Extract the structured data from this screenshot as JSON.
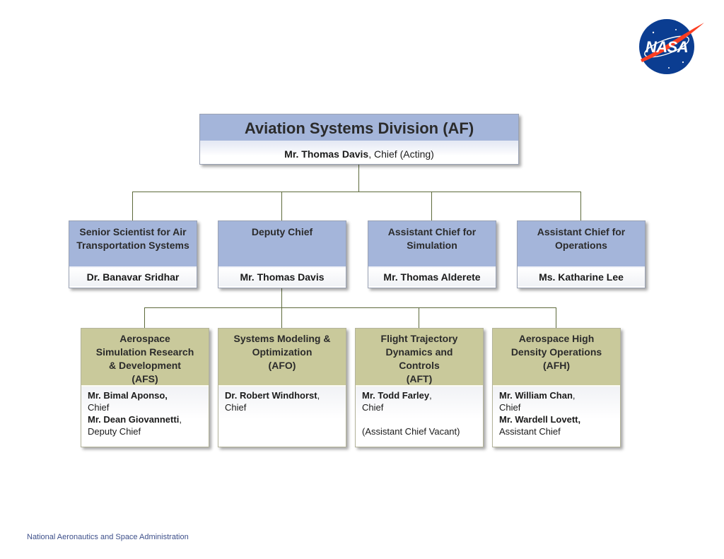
{
  "logo": {
    "text": "NASA"
  },
  "top": {
    "title": "Aviation Systems Division (AF)",
    "head_name": "Mr. Thomas Davis",
    "head_role": ", Chief (Acting)"
  },
  "middle": [
    {
      "title": "Senior Scientist for Air Transportation Systems",
      "name": "Dr. Banavar Sridhar"
    },
    {
      "title": "Deputy Chief",
      "name": "Mr. Thomas Davis"
    },
    {
      "title": "Assistant Chief for Simulation",
      "name": "Mr. Thomas Alderete"
    },
    {
      "title": "Assistant Chief for Operations",
      "name": "Ms. Katharine Lee"
    }
  ],
  "branches": [
    {
      "title_lines": [
        "Aerospace",
        "Simulation Research",
        "& Development",
        "(AFS)"
      ],
      "staff": [
        {
          "name": "Mr. Bimal Aponso,",
          "role": "Chief"
        },
        {
          "name": "Mr. Dean Giovannetti",
          "suffix": ",",
          "role": "Deputy Chief"
        }
      ]
    },
    {
      "title_lines": [
        "Systems Modeling &",
        "Optimization",
        "(AFO)"
      ],
      "staff": [
        {
          "name": "Dr. Robert Windhorst",
          "suffix": ",",
          "role": "Chief"
        }
      ]
    },
    {
      "title_lines": [
        "Flight Trajectory",
        "Dynamics and",
        "Controls",
        "(AFT)"
      ],
      "staff": [
        {
          "name": "Mr. Todd Farley",
          "suffix": ",",
          "role": "Chief"
        }
      ],
      "note": "(Assistant Chief Vacant)"
    },
    {
      "title_lines": [
        "Aerospace High",
        "Density Operations",
        "(AFH)"
      ],
      "staff": [
        {
          "name": "Mr. William Chan",
          "suffix": ",",
          "role": "Chief"
        },
        {
          "name": "Mr. Wardell Lovett,",
          "role": "Assistant Chief"
        }
      ]
    }
  ],
  "footer": "National Aeronautics and Space Administration",
  "colors": {
    "division_blue": "#a4b5da",
    "branch_olive": "#c9c99b",
    "connector": "#5d6a3b",
    "logo_blue": "#0b3d91",
    "logo_red": "#fc3d21"
  }
}
